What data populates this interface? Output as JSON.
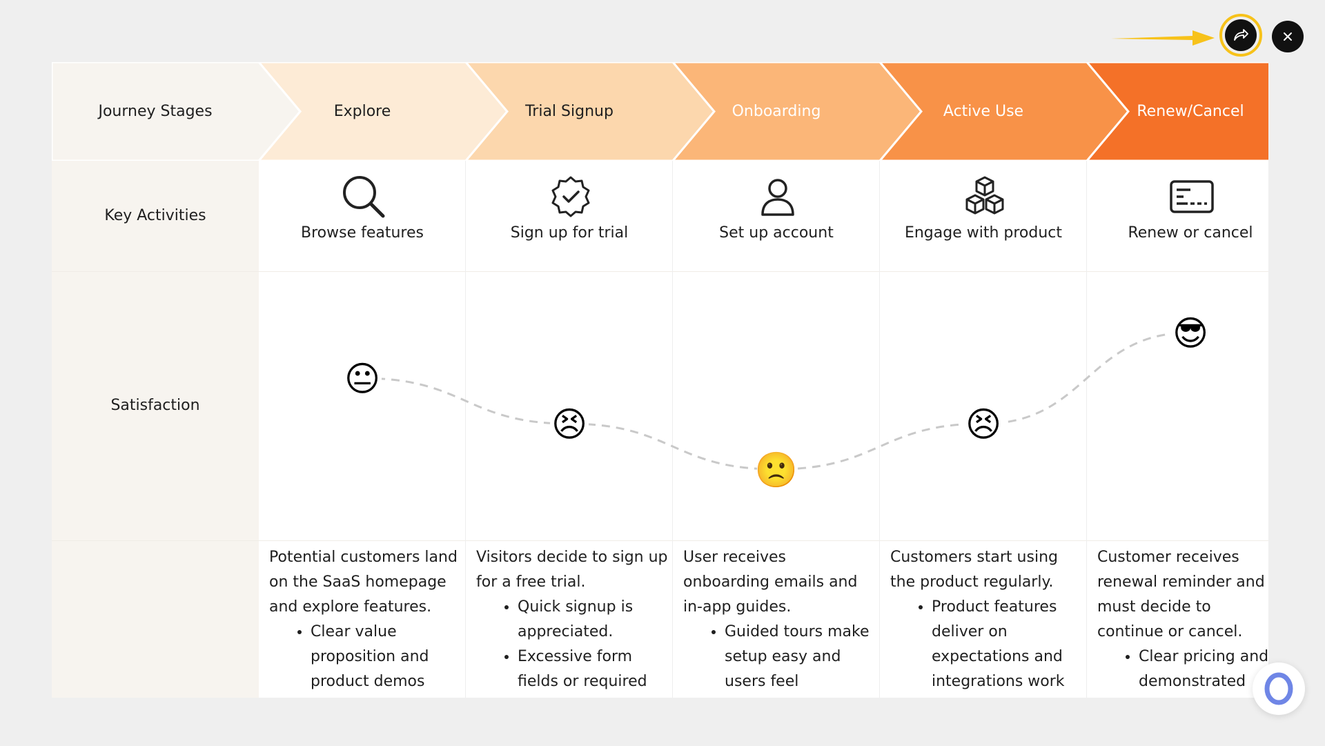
{
  "header": {
    "share_icon": "share-arrow-icon",
    "close_icon": "close-icon",
    "pointer_color": "#f7c21a"
  },
  "row_labels": {
    "stages": "Journey Stages",
    "activities": "Key Activities",
    "satisfaction": "Satisfaction",
    "details": ""
  },
  "stages": [
    {
      "name": "Explore",
      "color": "#fdebd6",
      "text_color": "#1f1f1f"
    },
    {
      "name": "Trial Signup",
      "color": "#fcd7ad",
      "text_color": "#1f1f1f"
    },
    {
      "name": "Onboarding",
      "color": "#fbb678",
      "text_color": "#ffffff"
    },
    {
      "name": "Active Use",
      "color": "#f89248",
      "text_color": "#ffffff"
    },
    {
      "name": "Renew/Cancel",
      "color": "#f47128",
      "text_color": "#ffffff"
    }
  ],
  "activities": [
    {
      "label": "Browse features",
      "icon": "search-icon"
    },
    {
      "label": "Sign up for trial",
      "icon": "verified-badge-icon"
    },
    {
      "label": "Set up account",
      "icon": "user-icon"
    },
    {
      "label": "Engage with product",
      "icon": "cubes-icon"
    },
    {
      "label": "Renew or cancel",
      "icon": "card-icon"
    }
  ],
  "satisfaction": [
    {
      "stage": "Explore",
      "emoji": "😐",
      "mood": "neutral",
      "level": 0.5
    },
    {
      "stage": "Trial Signup",
      "emoji": "😣",
      "mood": "frustrated",
      "level": 0.3
    },
    {
      "stage": "Onboarding",
      "emoji": "🙁",
      "mood": "unhappy",
      "level": 0.1
    },
    {
      "stage": "Active Use",
      "emoji": "😣",
      "mood": "frustrated",
      "level": 0.3
    },
    {
      "stage": "Renew/Cancel",
      "emoji": "😎",
      "mood": "delighted",
      "level": 0.7
    }
  ],
  "details": [
    {
      "intro": "Potential customers land on the SaaS homepage and explore features.",
      "bullets": [
        "Clear value proposition and product demos"
      ]
    },
    {
      "intro": "Visitors decide to sign up for a free trial.",
      "bullets": [
        "Quick signup is appreciated.",
        "Excessive form fields or required"
      ]
    },
    {
      "intro": "User receives onboarding emails and in-app guides.",
      "bullets": [
        "Guided tours make setup easy and users feel supported."
      ]
    },
    {
      "intro": "Customers start using the product regularly.",
      "bullets": [
        "Product features deliver on expectations and integrations work"
      ]
    },
    {
      "intro": "Customer receives renewal reminder and must decide to continue or cancel.",
      "bullets": [
        "Clear pricing and demonstrated ROI"
      ]
    }
  ]
}
